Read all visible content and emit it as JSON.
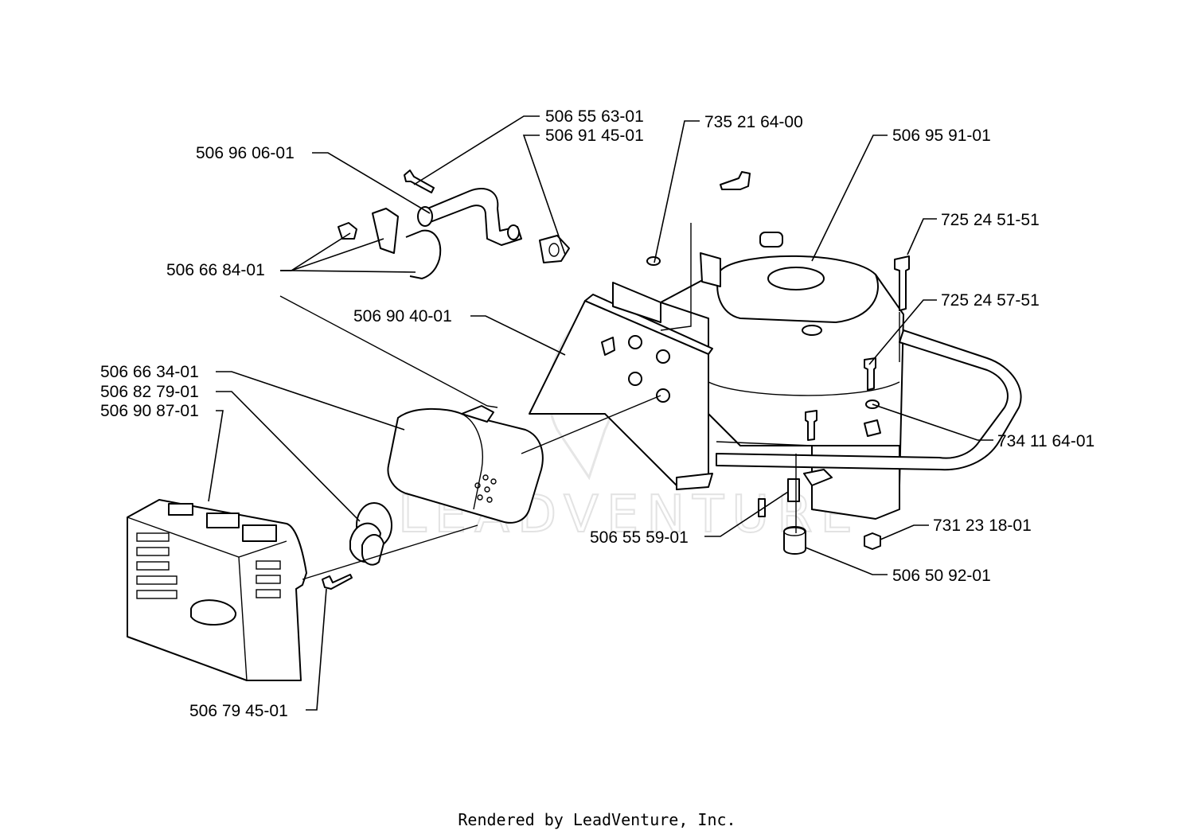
{
  "watermark": "LEADVENTURE",
  "footer": "Rendered by LeadVenture, Inc.",
  "labels": {
    "p_506556301": "506 55 63-01",
    "p_506914501": "506 91 45-01",
    "p_506960601": "506 96 06-01",
    "p_735216400": "735 21 64-00",
    "p_506959101": "506 95 91-01",
    "p_725245151": "725 24 51-51",
    "p_506668401": "506 66 84-01",
    "p_725245751": "725 24 57-51",
    "p_506904001": "506 90 40-01",
    "p_506663401": "506 66 34-01",
    "p_506827901": "506 82 79-01",
    "p_506908701": "506 90 87-01",
    "p_734116401": "734 11 64-01",
    "p_506555901": "506 55 59-01",
    "p_731231801": "731 23 18-01",
    "p_506509201": "506 50 92-01",
    "p_506794501": "506 79 45-01"
  }
}
